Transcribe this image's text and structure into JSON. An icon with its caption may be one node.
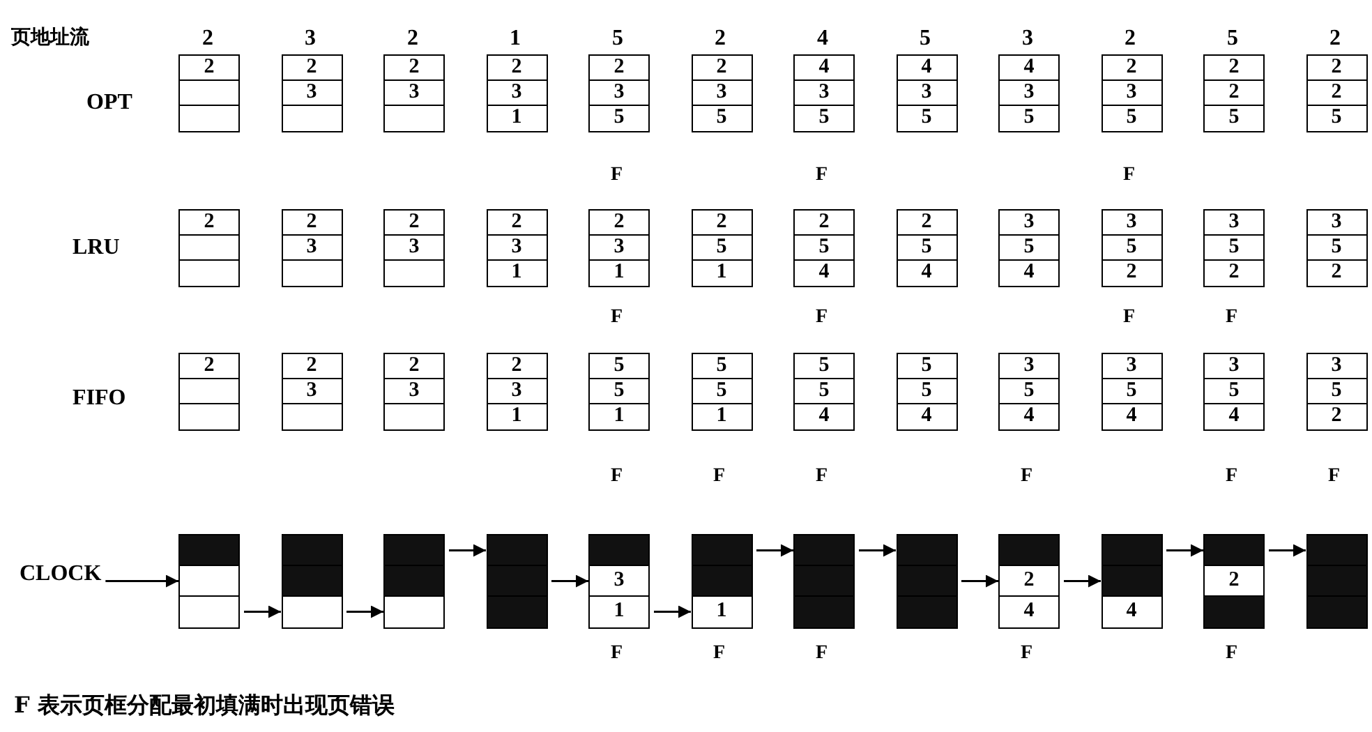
{
  "diagram": {
    "caption": "F 表示页框分配最初填满时出现页错误",
    "nodes": [
      {
        "text": [
          "2"
        ]
      },
      {
        "text": [],
        "shape": "box"
      },
      {
        "text": [],
        "shape": "box"
      },
      {
        "text": [
          "2"
        ]
      },
      {
        "text": [
          "3"
        ]
      },
      {
        "text": [],
        "shape": "box"
      },
      {
        "text": [
          "2"
        ]
      },
      {
        "text": [
          "3"
        ]
      },
      {
        "text": [],
        "shape": "box"
      },
      {
        "text": [
          "2"
        ]
      },
      {
        "text": [
          "3"
        ]
      },
      {
        "text": [
          "1"
        ]
      },
      {
        "text": [
          "2"
        ]
      },
      {
        "text": [
          "3"
        ]
      },
      {
        "text": [
          "5"
        ],
        "beside": [
          "F"
        ]
      },
      {
        "text": [
          "2"
        ]
      },
      {
        "text": [
          "3"
        ]
      },
      {
        "text": [
          "5"
        ]
      },
      {
        "text": [
          "4"
        ]
      },
      {
        "text": [
          "3"
        ]
      },
      {
        "text": [
          "5"
        ],
        "beside": [
          "F"
        ]
      },
      {
        "text": [
          "4"
        ]
      },
      {
        "text": [
          "3"
        ]
      },
      {
        "text": [
          "5"
        ]
      },
      {
        "text": [
          "4"
        ]
      },
      {
        "text": [
          "3"
        ]
      },
      {
        "text": [
          "5"
        ]
      },
      {
        "text": [
          "2"
        ]
      },
      {
        "text": [
          "3"
        ]
      },
      {
        "text": [
          "5"
        ],
        "beside": [
          "F"
        ]
      },
      {
        "text": [
          "2"
        ]
      },
      {
        "text": [
          "2"
        ]
      },
      {
        "text": [
          "5"
        ]
      },
      {
        "text": [
          "2"
        ]
      },
      {
        "text": [
          "2"
        ]
      },
      {
        "text": [
          "5"
        ]
      },
      {
        "text": [
          "2"
        ]
      },
      {
        "text": [],
        "shape": "box"
      },
      {
        "text": [],
        "shape": "box"
      },
      {
        "text": [
          "2"
        ]
      },
      {
        "text": [
          "3"
        ]
      },
      {
        "text": [],
        "shape": "box"
      },
      {
        "text": [
          "2"
        ]
      },
      {
        "text": [
          "3"
        ]
      },
      {
        "text": [],
        "shape": "box"
      },
      {
        "text": [
          "2"
        ]
      },
      {
        "text": [
          "3"
        ]
      },
      {
        "text": [
          "1"
        ]
      },
      {
        "text": [
          "2"
        ]
      },
      {
        "text": [
          "3"
        ]
      },
      {
        "text": [
          "1"
        ],
        "beside": [
          "F"
        ]
      },
      {
        "text": [
          "2"
        ]
      },
      {
        "text": [
          "5"
        ]
      },
      {
        "text": [
          "1"
        ]
      },
      {
        "text": [
          "2"
        ]
      },
      {
        "text": [
          "5"
        ]
      },
      {
        "text": [
          "4"
        ],
        "beside": [
          "F"
        ]
      },
      {
        "text": [
          "2"
        ]
      },
      {
        "text": [
          "5"
        ]
      },
      {
        "text": [
          "4"
        ]
      },
      {
        "text": [
          "3"
        ]
      },
      {
        "text": [
          "5"
        ]
      },
      {
        "text": [
          "4"
        ]
      },
      {
        "text": [
          "3"
        ]
      },
      {
        "text": [
          "5"
        ]
      },
      {
        "text": [
          "2"
        ],
        "beside": [
          "F"
        ]
      },
      {
        "text": [
          "3"
        ]
      },
      {
        "text": [
          "5"
        ]
      },
      {
        "text": [
          "2"
        ],
        "beside": [
          "F"
        ]
      },
      {
        "text": [
          "3"
        ]
      },
      {
        "text": [
          "5"
        ]
      },
      {
        "text": [
          "2"
        ]
      },
      {
        "text": [
          "2"
        ]
      },
      {
        "text": [],
        "shape": "box"
      },
      {
        "text": [],
        "shape": "box"
      },
      {
        "text": [
          "2"
        ]
      },
      {
        "text": [
          "3"
        ]
      },
      {
        "text": [],
        "shape": "box"
      },
      {
        "text": [
          "2"
        ]
      },
      {
        "text": [
          "3"
        ]
      },
      {
        "text": [],
        "shape": "box"
      },
      {
        "text": [
          "2"
        ]
      },
      {
        "text": [
          "3"
        ]
      },
      {
        "text": [
          "1"
        ]
      },
      {
        "text": [
          "5"
        ]
      },
      {
        "text": [
          "5"
        ]
      },
      {
        "text": [
          "1"
        ],
        "beside": [
          "F"
        ]
      },
      {
        "text": [
          "5"
        ]
      },
      {
        "text": [
          "5"
        ]
      },
      {
        "text": [
          "1"
        ],
        "beside": [
          "F"
        ]
      },
      {
        "text": [
          "5"
        ]
      },
      {
        "text": [
          "5"
        ]
      },
      {
        "text": [
          "4"
        ],
        "beside": [
          "F"
        ]
      },
      {
        "text": [
          "5"
        ]
      },
      {
        "text": [
          "5"
        ]
      },
      {
        "text": [
          "4"
        ]
      },
      {
        "text": [
          "3"
        ]
      },
      {
        "text": [
          "5"
        ]
      },
      {
        "text": [
          "4"
        ],
        "beside": [
          "F"
        ]
      },
      {
        "text": [
          "3"
        ]
      },
      {
        "text": [
          "5"
        ]
      },
      {
        "text": [
          "4"
        ]
      },
      {
        "text": [
          "3"
        ]
      },
      {
        "text": [
          "5"
        ]
      },
      {
        "text": [
          "4"
        ],
        "beside": [
          "F"
        ]
      },
      {
        "text": [
          "3"
        ]
      },
      {
        "text": [
          "5"
        ]
      },
      {
        "text": [
          "2"
        ],
        "beside": [
          "F"
        ]
      },
      {
        "text": [
          "CLOCK"
        ]
      },
      {
        "text": [],
        "shape": "box"
      },
      {
        "text": [],
        "shape": "box"
      },
      {
        "text": [],
        "shape": "box"
      },
      {
        "text": [],
        "shape": "box"
      },
      {
        "text": [],
        "shape": "box"
      },
      {
        "text": [],
        "shape": "box"
      },
      {
        "text": [],
        "shape": "box"
      },
      {
        "text": [],
        "shape": "box"
      },
      {
        "text": [],
        "shape": "box"
      },
      {
        "text": [],
        "shape": "box"
      },
      {
        "text": [],
        "shape": "box"
      },
      {
        "text": [],
        "shape": "box"
      },
      {
        "text": [],
        "shape": "box"
      },
      {
        "text": [
          "3"
        ]
      },
      {
        "text": [
          "1"
        ],
        "beside": [
          "F"
        ]
      },
      {
        "text": [],
        "shape": "box"
      },
      {
        "text": [],
        "shape": "box"
      },
      {
        "text": [
          "1"
        ],
        "beside": [
          "F"
        ]
      },
      {
        "text": [],
        "shape": "box"
      },
      {
        "text": [],
        "shape": "box"
      },
      {
        "text": [],
        "shape": "box",
        "beside": [
          "F"
        ]
      },
      {
        "text": [],
        "shape": "box"
      },
      {
        "text": [],
        "shape": "box"
      },
      {
        "text": [],
        "shape": "box"
      },
      {
        "text": [],
        "shape": "box"
      },
      {
        "text": [
          "2"
        ]
      },
      {
        "text": [
          "4"
        ],
        "beside": [
          "F"
        ]
      },
      {
        "text": [],
        "shape": "box"
      },
      {
        "text": [],
        "shape": "box"
      },
      {
        "text": [
          "4"
        ]
      },
      {
        "text": [],
        "shape": "box"
      },
      {
        "text": [
          "2"
        ]
      },
      {
        "text": [],
        "shape": "box",
        "beside": [
          "F"
        ]
      },
      {
        "text": [],
        "shape": "box"
      },
      {
        "text": [],
        "shape": "box"
      },
      {
        "text": [],
        "shape": "box"
      }
    ],
    "edges": [
      {
        "from": 108,
        "to": 110,
        "arrow": "to"
      },
      {
        "from": 111,
        "to": 114,
        "arrow": "to"
      },
      {
        "from": 114,
        "to": 117,
        "arrow": "to"
      },
      {
        "from": 115,
        "to": 118,
        "arrow": "to"
      },
      {
        "from": 119,
        "to": 122,
        "arrow": "to"
      },
      {
        "from": 123,
        "to": 126,
        "arrow": "to"
      },
      {
        "from": 124,
        "to": 127,
        "arrow": "to"
      },
      {
        "from": 127,
        "to": 130,
        "arrow": "to"
      },
      {
        "from": 131,
        "to": 134,
        "arrow": "to"
      },
      {
        "from": 134,
        "to": 137,
        "arrow": "to"
      },
      {
        "from": 136,
        "to": 139,
        "arrow": "to"
      },
      {
        "from": 139,
        "to": 142,
        "arrow": "to"
      }
    ],
    "labels": [
      "页地址流",
      "2",
      "3",
      "2",
      "1",
      "5",
      "2",
      "4",
      "5",
      "3",
      "2",
      "5",
      "2",
      "OPT",
      "LRU",
      "FIFO"
    ]
  }
}
